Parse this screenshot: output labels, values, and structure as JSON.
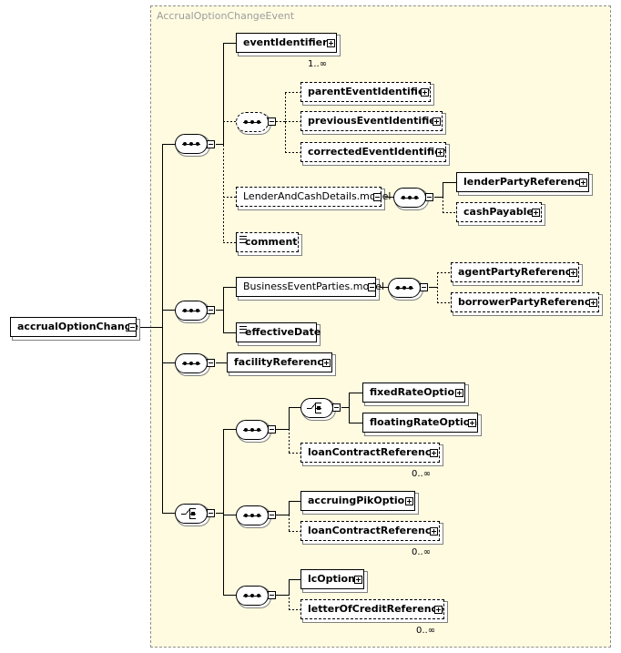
{
  "group_title": "AccrualOptionChangeEvent",
  "root": "accrualOptionChange",
  "nodes": {
    "eventIdentifier": "eventIdentifier",
    "parentEventIdentifier": "parentEventIdentifier",
    "previousEventIdentifier": "previousEventIdentifier",
    "correctedEventIdentifier": "correctedEventIdentifier",
    "lenderAndCashDetails": "LenderAndCashDetails.model",
    "lenderPartyReference": "lenderPartyReference",
    "cashPayable": "cashPayable",
    "comment": "comment",
    "businessEventParties": "BusinessEventParties.model",
    "agentPartyReference": "agentPartyReference",
    "borrowerPartyReference": "borrowerPartyReference",
    "effectiveDate": "effectiveDate",
    "facilityReference": "facilityReference",
    "fixedRateOption": "fixedRateOption",
    "floatingRateOption": "floatingRateOption",
    "loanContractReference1": "loanContractReference",
    "accruingPikOption": "accruingPikOption",
    "loanContractReference2": "loanContractReference",
    "lcOption": "lcOption",
    "letterOfCreditReference": "letterOfCreditReference"
  },
  "cardinalities": {
    "eventIdentifier": "1..∞",
    "loanContractReference1": "0..∞",
    "loanContractReference2": "0..∞",
    "letterOfCreditReference": "0..∞"
  }
}
